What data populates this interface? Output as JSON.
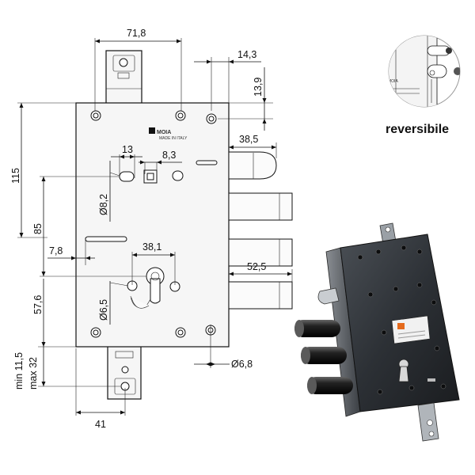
{
  "dimensions": {
    "d71_8": "71,8",
    "d14_3": "14,3",
    "d13_9": "13,9",
    "d38_5": "38,5",
    "d13": "13",
    "d8_3": "8,3",
    "d115": "115",
    "d8_2": "Ø8,2",
    "d85": "85",
    "d7_8": "7,8",
    "d38_1": "38,1",
    "d52_5": "52,5",
    "d57_6": "57,6",
    "d6_5": "Ø6,5",
    "d6_8": "Ø6,8",
    "d_min11_5": "min 11,5",
    "d_max32": "max 32",
    "d41": "41"
  },
  "labels": {
    "brand": "MOIA",
    "made_in": "MADE IN ITALY",
    "reversible": "reversibile",
    "inset_brand": "MOIA"
  }
}
